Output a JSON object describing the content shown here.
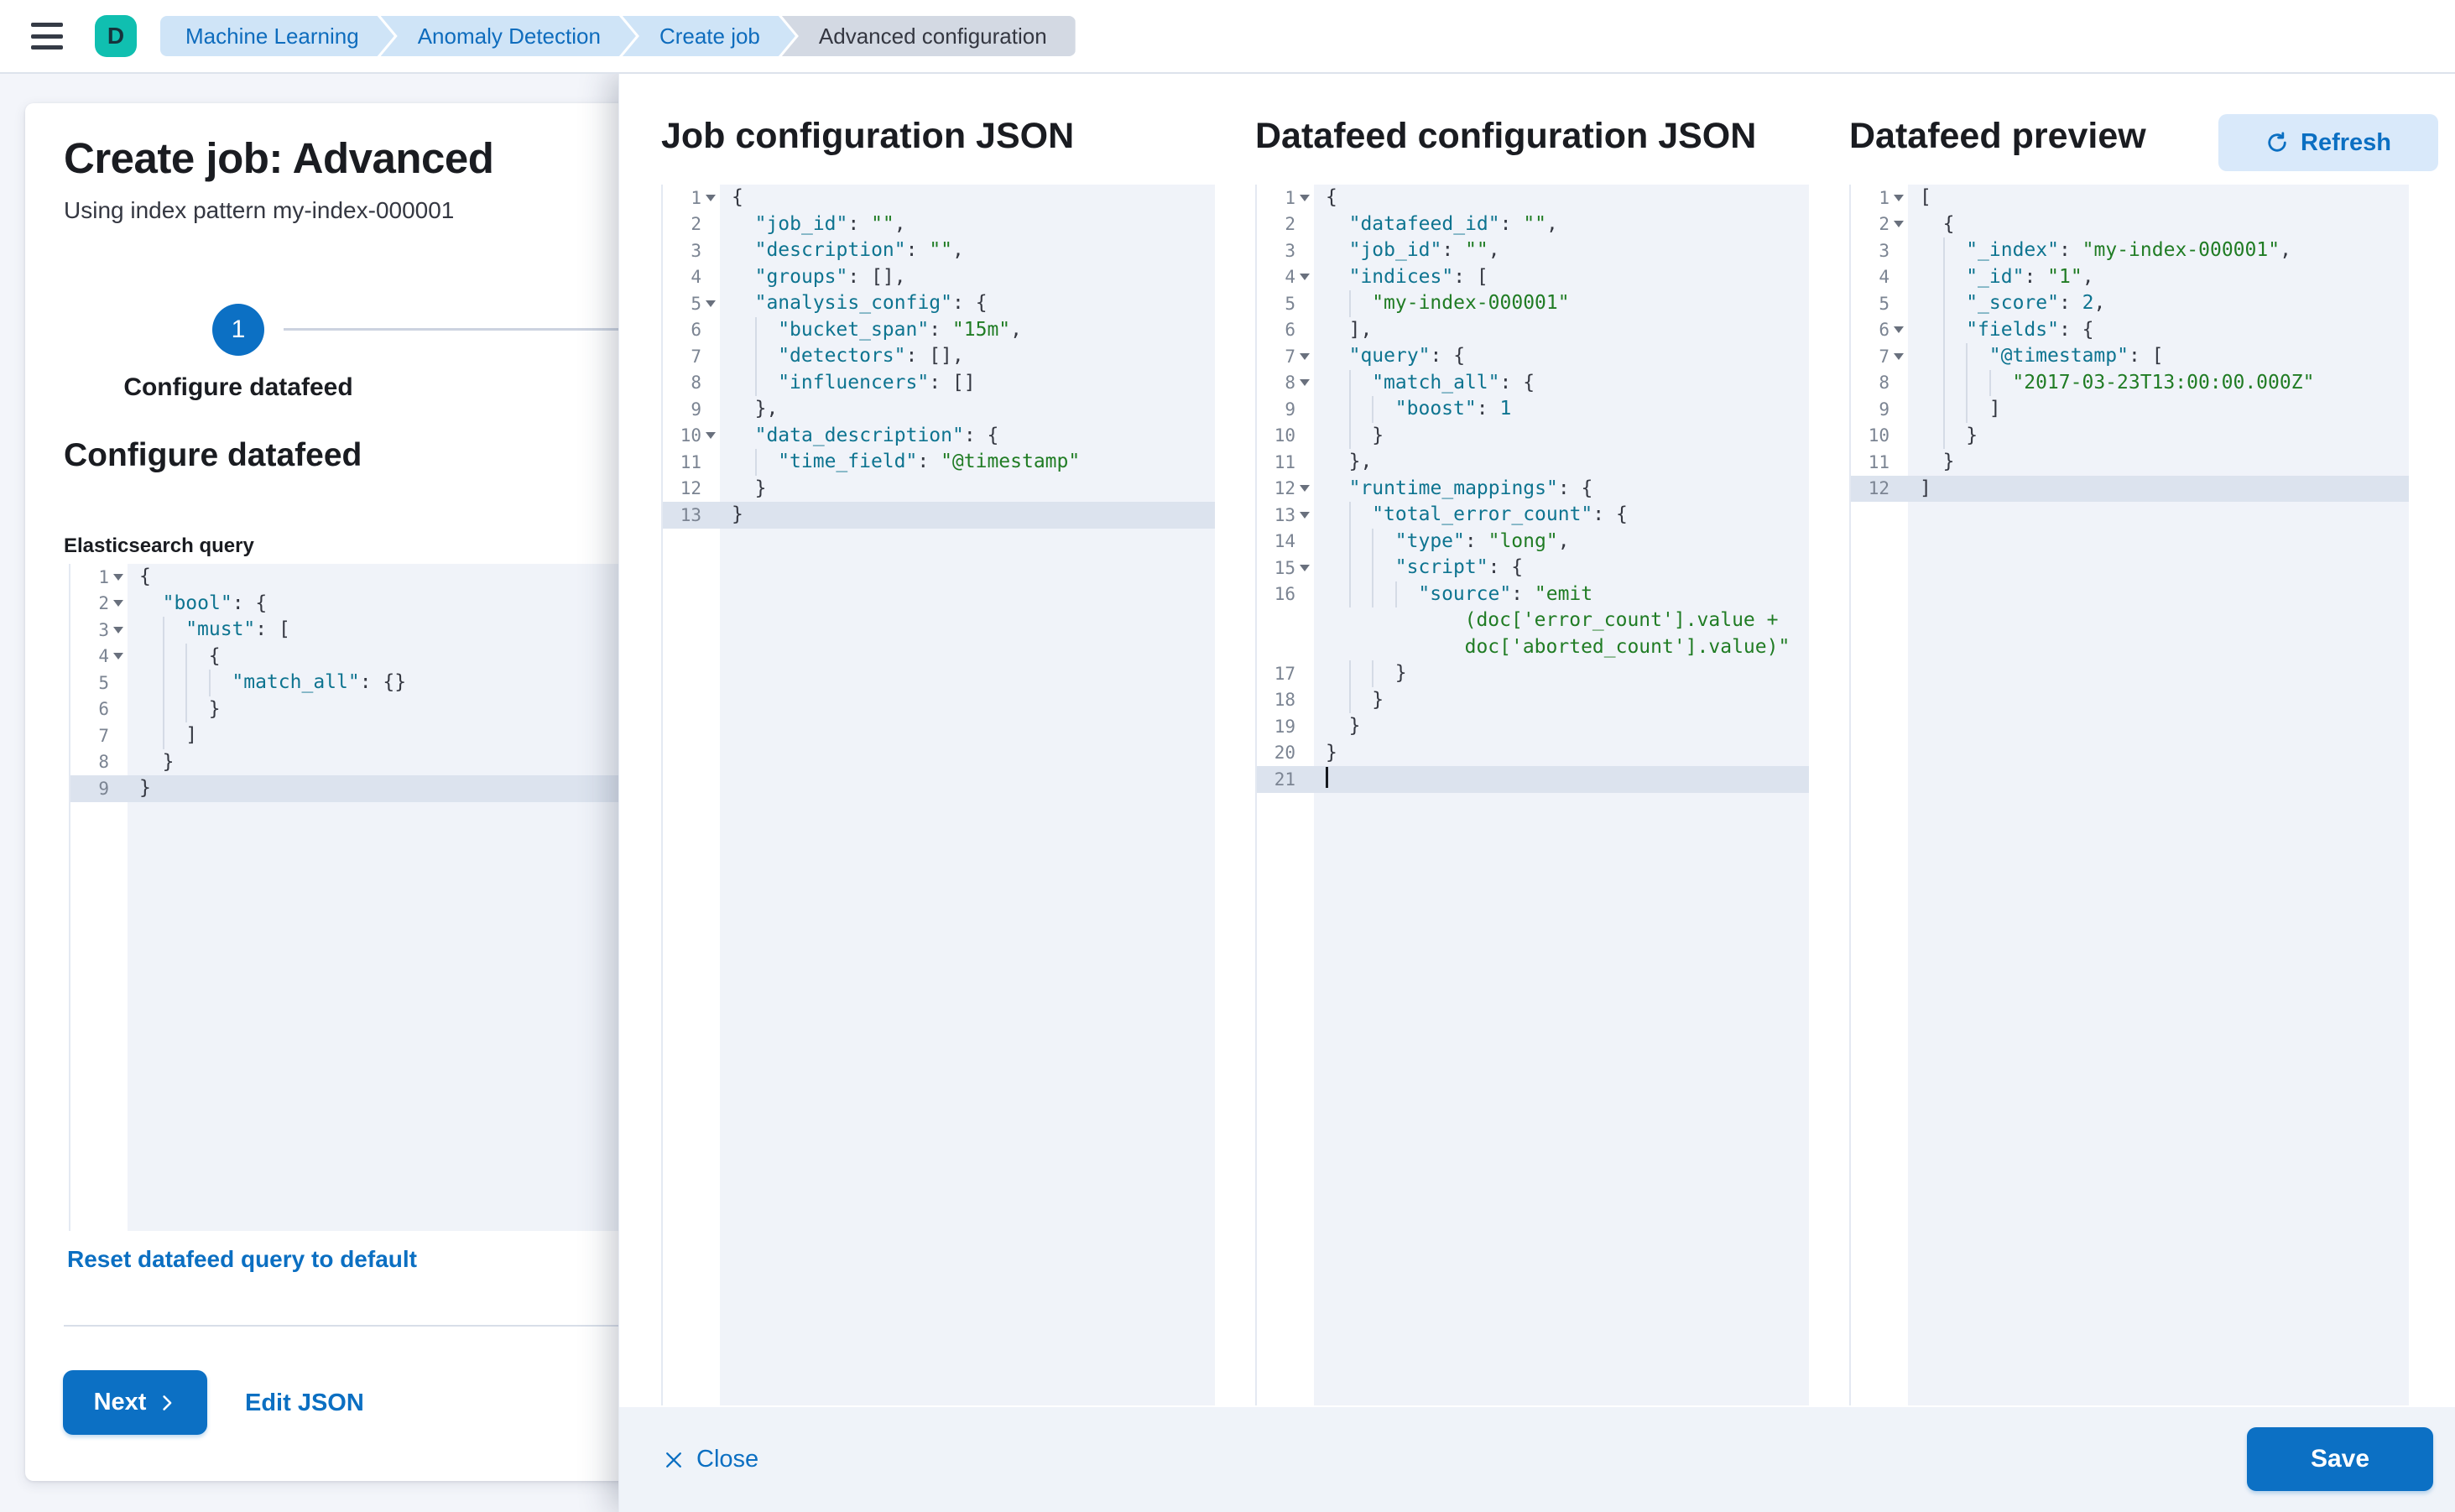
{
  "header": {
    "avatar_initial": "D",
    "breadcrumbs": [
      {
        "label": "Machine Learning"
      },
      {
        "label": "Anomaly Detection"
      },
      {
        "label": "Create job"
      },
      {
        "label": "Advanced configuration"
      }
    ]
  },
  "left_panel": {
    "title": "Create job: Advanced",
    "subtitle": "Using index pattern my-index-000001",
    "step": {
      "number": "1",
      "label": "Configure datafeed"
    },
    "section_heading": "Configure datafeed",
    "query_label": "Elasticsearch query",
    "reset_link": "Reset datafeed query to default",
    "next_label": "Next",
    "edit_json_label": "Edit JSON"
  },
  "flyout": {
    "columns": [
      {
        "heading": "Job configuration JSON"
      },
      {
        "heading": "Datafeed configuration JSON"
      },
      {
        "heading": "Datafeed preview"
      }
    ],
    "refresh_label": "Refresh"
  },
  "footer": {
    "close_label": "Close",
    "save_label": "Save"
  },
  "icons": {
    "menu": "hamburger-menu",
    "close": "x-cross",
    "refresh": "circular-arrow",
    "next": "chevron-right",
    "fold": "triangle-down"
  },
  "colors": {
    "accent_blue": "#0c70c4",
    "link_blue": "#0b6fc2",
    "avatar_teal": "#10bfb0",
    "breadcrumb_blue_bg": "#cfe4f7",
    "breadcrumb_gray_bg": "#d3d9e3",
    "code_key": "#0e7490",
    "code_string": "#207c24",
    "code_bg": "#f0f3f9",
    "active_line": "#dce3ee",
    "page_bg": "#f3f5fa"
  },
  "editors": {
    "es_query": {
      "lines": [
        {
          "n": 1,
          "f": 1,
          "i": 0,
          "t": [
            [
              "p",
              "{"
            ]
          ]
        },
        {
          "n": 2,
          "f": 1,
          "i": 1,
          "t": [
            [
              "k",
              "\"bool\""
            ],
            [
              "p",
              ": {"
            ]
          ]
        },
        {
          "n": 3,
          "f": 1,
          "i": 2,
          "t": [
            [
              "k",
              "\"must\""
            ],
            [
              "p",
              ": ["
            ]
          ]
        },
        {
          "n": 4,
          "f": 1,
          "i": 3,
          "t": [
            [
              "p",
              "{"
            ]
          ]
        },
        {
          "n": 5,
          "i": 4,
          "t": [
            [
              "k",
              "\"match_all\""
            ],
            [
              "p",
              ": {}"
            ]
          ]
        },
        {
          "n": 6,
          "i": 3,
          "t": [
            [
              "p",
              "}"
            ]
          ]
        },
        {
          "n": 7,
          "i": 2,
          "t": [
            [
              "p",
              "]"
            ]
          ]
        },
        {
          "n": 8,
          "i": 1,
          "t": [
            [
              "p",
              "}"
            ]
          ]
        },
        {
          "n": 9,
          "i": 0,
          "h": 1,
          "t": [
            [
              "p",
              "}"
            ]
          ]
        }
      ]
    },
    "job_config": {
      "lines": [
        {
          "n": 1,
          "f": 1,
          "i": 0,
          "t": [
            [
              "p",
              "{"
            ]
          ]
        },
        {
          "n": 2,
          "i": 1,
          "t": [
            [
              "k",
              "\"job_id\""
            ],
            [
              "p",
              ": "
            ],
            [
              "s",
              "\"\""
            ],
            [
              "p",
              ","
            ]
          ]
        },
        {
          "n": 3,
          "i": 1,
          "t": [
            [
              "k",
              "\"description\""
            ],
            [
              "p",
              ": "
            ],
            [
              "s",
              "\"\""
            ],
            [
              "p",
              ","
            ]
          ]
        },
        {
          "n": 4,
          "i": 1,
          "t": [
            [
              "k",
              "\"groups\""
            ],
            [
              "p",
              ": [],"
            ]
          ]
        },
        {
          "n": 5,
          "f": 1,
          "i": 1,
          "t": [
            [
              "k",
              "\"analysis_config\""
            ],
            [
              "p",
              ": {"
            ]
          ]
        },
        {
          "n": 6,
          "i": 2,
          "t": [
            [
              "k",
              "\"bucket_span\""
            ],
            [
              "p",
              ": "
            ],
            [
              "s",
              "\"15m\""
            ],
            [
              "p",
              ","
            ]
          ]
        },
        {
          "n": 7,
          "i": 2,
          "t": [
            [
              "k",
              "\"detectors\""
            ],
            [
              "p",
              ": [],"
            ]
          ]
        },
        {
          "n": 8,
          "i": 2,
          "t": [
            [
              "k",
              "\"influencers\""
            ],
            [
              "p",
              ": []"
            ]
          ]
        },
        {
          "n": 9,
          "i": 1,
          "t": [
            [
              "p",
              "},"
            ]
          ]
        },
        {
          "n": 10,
          "f": 1,
          "i": 1,
          "t": [
            [
              "k",
              "\"data_description\""
            ],
            [
              "p",
              ": {"
            ]
          ]
        },
        {
          "n": 11,
          "i": 2,
          "t": [
            [
              "k",
              "\"time_field\""
            ],
            [
              "p",
              ": "
            ],
            [
              "s",
              "\"@timestamp\""
            ]
          ]
        },
        {
          "n": 12,
          "i": 1,
          "t": [
            [
              "p",
              "}"
            ]
          ]
        },
        {
          "n": 13,
          "i": 0,
          "h": 1,
          "t": [
            [
              "p",
              "}"
            ]
          ]
        }
      ]
    },
    "datafeed_config": {
      "lines": [
        {
          "n": 1,
          "f": 1,
          "i": 0,
          "t": [
            [
              "p",
              "{"
            ]
          ]
        },
        {
          "n": 2,
          "i": 1,
          "t": [
            [
              "k",
              "\"datafeed_id\""
            ],
            [
              "p",
              ": "
            ],
            [
              "s",
              "\"\""
            ],
            [
              "p",
              ","
            ]
          ]
        },
        {
          "n": 3,
          "i": 1,
          "t": [
            [
              "k",
              "\"job_id\""
            ],
            [
              "p",
              ": "
            ],
            [
              "s",
              "\"\""
            ],
            [
              "p",
              ","
            ]
          ]
        },
        {
          "n": 4,
          "f": 1,
          "i": 1,
          "t": [
            [
              "k",
              "\"indices\""
            ],
            [
              "p",
              ": ["
            ]
          ]
        },
        {
          "n": 5,
          "i": 2,
          "t": [
            [
              "s",
              "\"my-index-000001\""
            ]
          ]
        },
        {
          "n": 6,
          "i": 1,
          "t": [
            [
              "p",
              "],"
            ]
          ]
        },
        {
          "n": 7,
          "f": 1,
          "i": 1,
          "t": [
            [
              "k",
              "\"query\""
            ],
            [
              "p",
              ": {"
            ]
          ]
        },
        {
          "n": 8,
          "f": 1,
          "i": 2,
          "t": [
            [
              "k",
              "\"match_all\""
            ],
            [
              "p",
              ": {"
            ]
          ]
        },
        {
          "n": 9,
          "i": 3,
          "t": [
            [
              "k",
              "\"boost\""
            ],
            [
              "p",
              ": "
            ],
            [
              "n",
              "1"
            ]
          ]
        },
        {
          "n": 10,
          "i": 2,
          "t": [
            [
              "p",
              "}"
            ]
          ]
        },
        {
          "n": 11,
          "i": 1,
          "t": [
            [
              "p",
              "},"
            ]
          ]
        },
        {
          "n": 12,
          "f": 1,
          "i": 1,
          "t": [
            [
              "k",
              "\"runtime_mappings\""
            ],
            [
              "p",
              ": {"
            ]
          ]
        },
        {
          "n": 13,
          "f": 1,
          "i": 2,
          "t": [
            [
              "k",
              "\"total_error_count\""
            ],
            [
              "p",
              ": {"
            ]
          ]
        },
        {
          "n": 14,
          "i": 3,
          "t": [
            [
              "k",
              "\"type\""
            ],
            [
              "p",
              ": "
            ],
            [
              "s",
              "\"long\""
            ],
            [
              "p",
              ","
            ]
          ]
        },
        {
          "n": 15,
          "f": 1,
          "i": 3,
          "t": [
            [
              "k",
              "\"script\""
            ],
            [
              "p",
              ": {"
            ]
          ]
        },
        {
          "n": 16,
          "i": 4,
          "t": [
            [
              "k",
              "\"source\""
            ],
            [
              "p",
              ": "
            ],
            [
              "s",
              "\"emit"
            ]
          ]
        },
        {
          "w": 1,
          "i": 6,
          "t": [
            [
              "s",
              "(doc['error_count'].value +"
            ]
          ]
        },
        {
          "w": 1,
          "i": 6,
          "t": [
            [
              "s",
              "doc['aborted_count'].value)\""
            ]
          ]
        },
        {
          "n": 17,
          "i": 3,
          "t": [
            [
              "p",
              "}"
            ]
          ]
        },
        {
          "n": 18,
          "i": 2,
          "t": [
            [
              "p",
              "}"
            ]
          ]
        },
        {
          "n": 19,
          "i": 1,
          "t": [
            [
              "p",
              "}"
            ]
          ]
        },
        {
          "n": 20,
          "i": 0,
          "t": [
            [
              "p",
              "}"
            ]
          ]
        },
        {
          "n": 21,
          "i": 0,
          "h": 1,
          "c": 1,
          "t": []
        }
      ]
    },
    "datafeed_preview": {
      "lines": [
        {
          "n": 1,
          "f": 1,
          "i": 0,
          "t": [
            [
              "p",
              "["
            ]
          ]
        },
        {
          "n": 2,
          "f": 1,
          "i": 1,
          "t": [
            [
              "p",
              "{"
            ]
          ]
        },
        {
          "n": 3,
          "i": 2,
          "t": [
            [
              "k",
              "\"_index\""
            ],
            [
              "p",
              ": "
            ],
            [
              "s",
              "\"my-index-000001\""
            ],
            [
              "p",
              ","
            ]
          ]
        },
        {
          "n": 4,
          "i": 2,
          "t": [
            [
              "k",
              "\"_id\""
            ],
            [
              "p",
              ": "
            ],
            [
              "s",
              "\"1\""
            ],
            [
              "p",
              ","
            ]
          ]
        },
        {
          "n": 5,
          "i": 2,
          "t": [
            [
              "k",
              "\"_score\""
            ],
            [
              "p",
              ": "
            ],
            [
              "n",
              "2"
            ],
            [
              "p",
              ","
            ]
          ]
        },
        {
          "n": 6,
          "f": 1,
          "i": 2,
          "t": [
            [
              "k",
              "\"fields\""
            ],
            [
              "p",
              ": {"
            ]
          ]
        },
        {
          "n": 7,
          "f": 1,
          "i": 3,
          "t": [
            [
              "k",
              "\"@timestamp\""
            ],
            [
              "p",
              ": ["
            ]
          ]
        },
        {
          "n": 8,
          "i": 4,
          "t": [
            [
              "s",
              "\"2017-03-23T13:00:00.000Z\""
            ]
          ]
        },
        {
          "n": 9,
          "i": 3,
          "t": [
            [
              "p",
              "]"
            ]
          ]
        },
        {
          "n": 10,
          "i": 2,
          "t": [
            [
              "p",
              "}"
            ]
          ]
        },
        {
          "n": 11,
          "i": 1,
          "t": [
            [
              "p",
              "}"
            ]
          ]
        },
        {
          "n": 12,
          "i": 0,
          "h": 1,
          "t": [
            [
              "p",
              "]"
            ]
          ]
        }
      ]
    }
  }
}
